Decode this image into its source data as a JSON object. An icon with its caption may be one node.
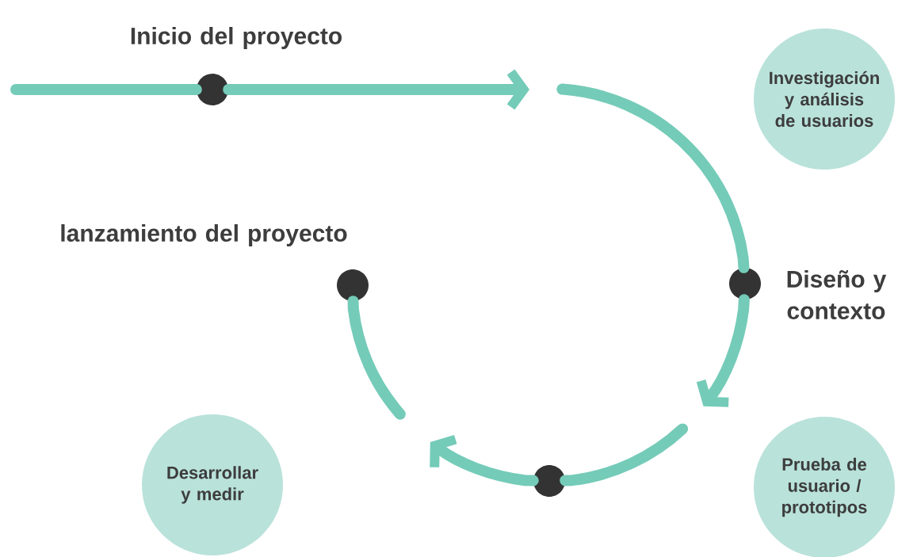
{
  "diagram": {
    "nodes": [
      {
        "text": [],
        "shape": "circle",
        "beside": [
          "Inicio del proyecto"
        ]
      },
      {
        "text": [
          "Investigación y análisis de usuarios"
        ]
      },
      {
        "text": [],
        "shape": "circle",
        "beside": [
          "Diseño y contexto"
        ]
      },
      {
        "text": [
          "Prueba de usuario / prototipos"
        ]
      },
      {
        "text": [],
        "shape": "circle"
      },
      {
        "text": [
          "Desarrollar y medir"
        ]
      },
      {
        "text": [],
        "shape": "circle",
        "beside": [
          "lanzamiento del proyecto"
        ]
      }
    ],
    "edges": [
      {
        "from": null,
        "to": 0,
        "arrow": "none"
      },
      {
        "from": 0,
        "to": null,
        "arrow": "to"
      },
      {
        "from": null,
        "to": 2,
        "arrow": "none"
      },
      {
        "from": 2,
        "to": null,
        "arrow": "to"
      },
      {
        "from": null,
        "to": 4,
        "arrow": "none"
      },
      {
        "from": 4,
        "to": null,
        "arrow": "to"
      },
      {
        "from": null,
        "to": 6,
        "arrow": "none"
      }
    ]
  }
}
